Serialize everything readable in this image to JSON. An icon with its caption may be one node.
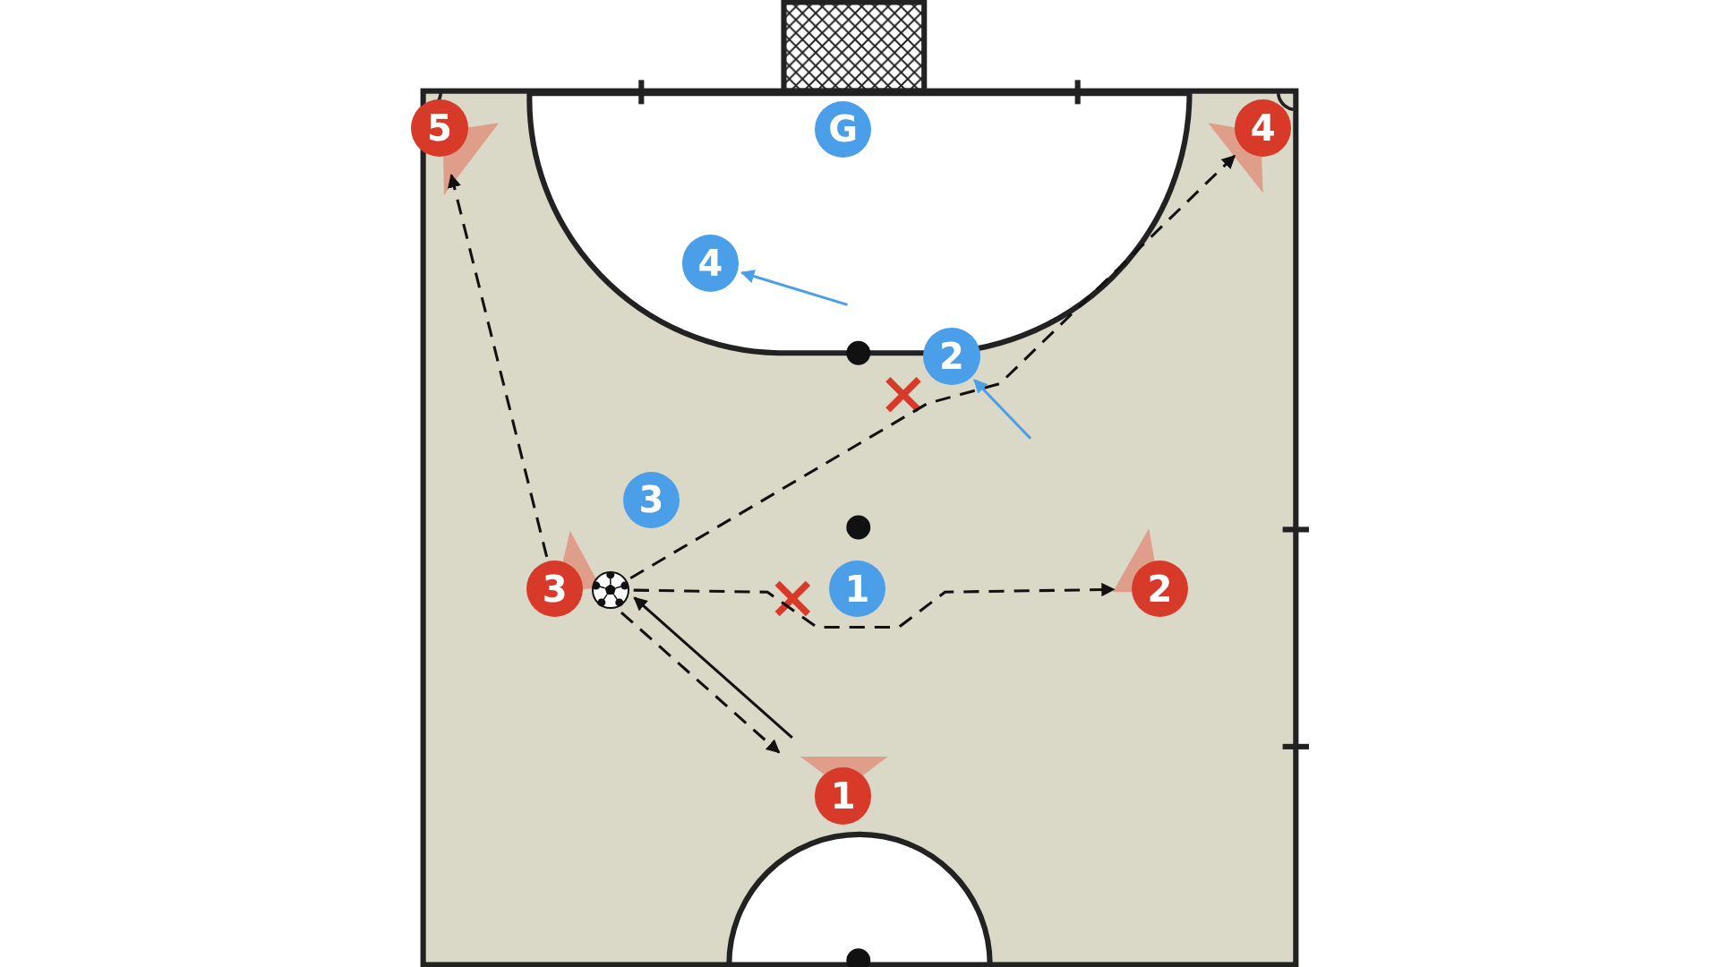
{
  "diagram": {
    "nodes": [
      {
        "text": [
          "5"
        ]
      },
      {
        "text": [
          "G"
        ]
      },
      {
        "text": [
          "4"
        ]
      },
      {
        "text": [
          "4"
        ]
      },
      {
        "text": [
          "2"
        ]
      },
      {
        "text": [
          "3"
        ]
      },
      {
        "text": [
          "3"
        ]
      },
      {
        "text": [],
        "shape": "picture"
      },
      {
        "text": [
          "1"
        ]
      },
      {
        "text": [
          "2"
        ]
      },
      {
        "text": [
          "1"
        ]
      }
    ],
    "edges": [
      {
        "from": 6,
        "to": 0,
        "arrow": "to",
        "style": "dashed"
      },
      {
        "from": 7,
        "to": 2,
        "arrow": "to",
        "style": "dashed"
      },
      {
        "from": 7,
        "to": 9,
        "arrow": "to",
        "style": "dashed"
      },
      {
        "from": 7,
        "to": 10,
        "arrow": "to",
        "style": "dashed"
      },
      {
        "from": 10,
        "to": 7,
        "arrow": "to"
      },
      {
        "from": null,
        "to": 3,
        "arrow": "to",
        "color": "#4a9fe8"
      },
      {
        "from": null,
        "to": 4,
        "arrow": "to",
        "color": "#4a9fe8"
      }
    ]
  }
}
